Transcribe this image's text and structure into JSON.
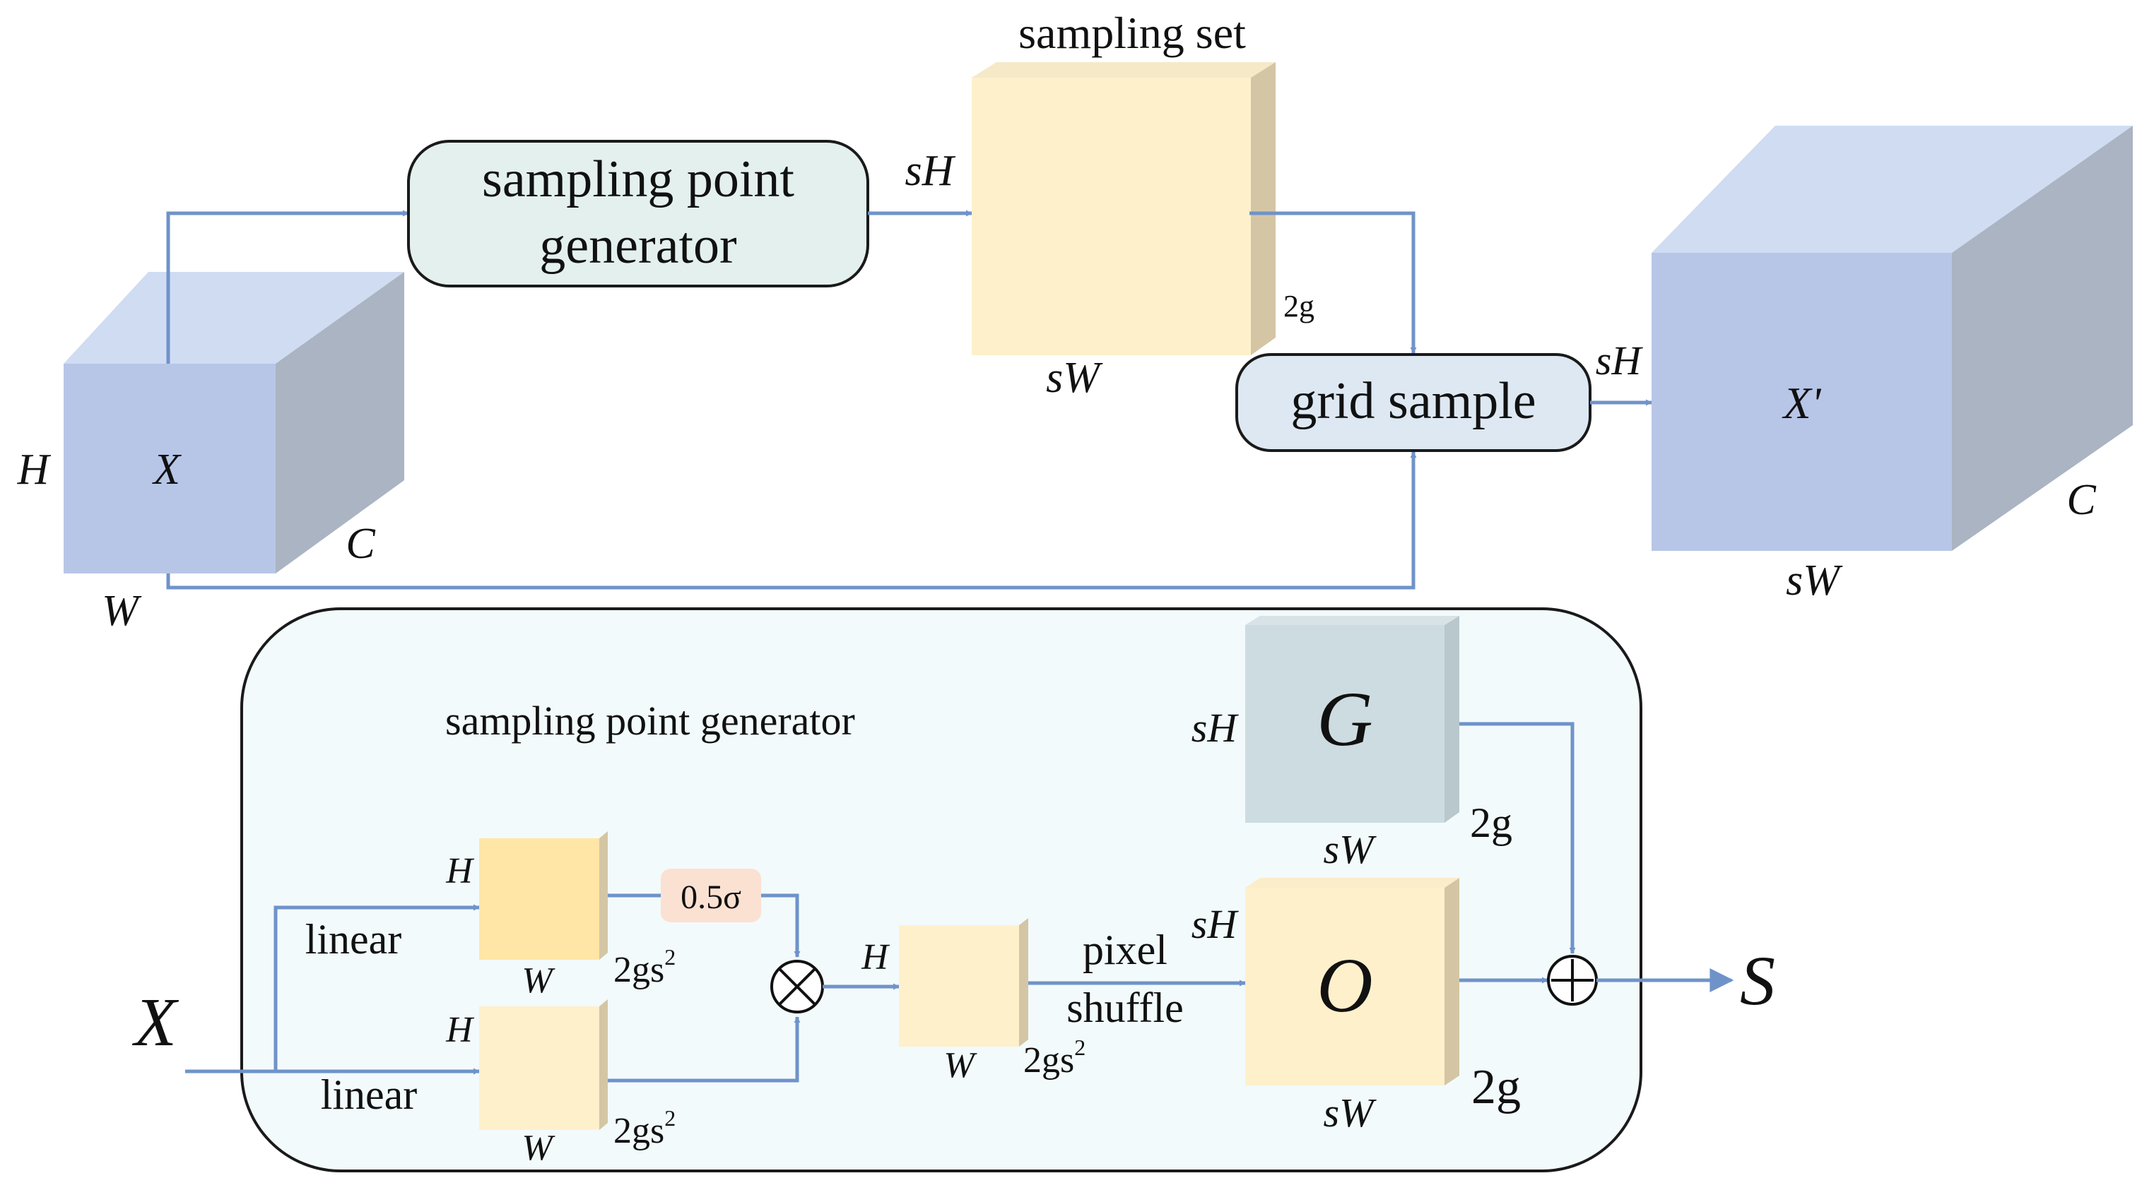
{
  "colors": {
    "arrow": "#6f93c9",
    "cube_blue_front": "#b7c6e7",
    "cube_blue_top": "#cfdcf2",
    "cube_blue_side": "#aab4c2",
    "yellow_front": "#fff0cc",
    "yellow_side": "#d4c6a4",
    "yellow_strong": "#ffe6a6",
    "gray_front": "#cddce0",
    "gray_side": "#b9c8cc",
    "generator_box": "#e3f0ee",
    "grid_box": "#dde8f3",
    "sigma_box": "#fbe1d2",
    "panel_bg": "#f2fafc"
  },
  "top": {
    "sampling_set": {
      "label": "sampling set",
      "h_label": "sH",
      "w_label": "sW",
      "c_label": "2g"
    },
    "input": {
      "label": "X",
      "h_label": "H",
      "w_label": "W",
      "c_label": "C"
    },
    "generator_box": {
      "line1": "sampling point",
      "line2": "generator"
    },
    "grid_sample": {
      "label": "grid sample",
      "h_label": "sH"
    },
    "output": {
      "label": "X'",
      "w_label": "sW",
      "c_label": "C"
    }
  },
  "bottom": {
    "title": "sampling point generator",
    "input_label": "X",
    "linear_top": "linear",
    "linear_bottom": "linear",
    "block_a": {
      "h_label": "H",
      "w_label": "W",
      "c_label": "2gs",
      "c_sup": "2"
    },
    "block_b": {
      "h_label": "H",
      "w_label": "W",
      "c_label": "2gs",
      "c_sup": "2"
    },
    "sigma_label": "0.5σ",
    "multiply_symbol": "⊗",
    "block_c": {
      "h_label": "H",
      "w_label": "W",
      "c_label": "2gs",
      "c_sup": "2"
    },
    "pixel_shuffle": {
      "line1": "pixel",
      "line2": "shuffle"
    },
    "G": {
      "label": "G",
      "h_label": "sH",
      "w_label": "sW",
      "c_label": "2g"
    },
    "O": {
      "label": "O",
      "h_label": "sH",
      "w_label": "sW",
      "c_label": "2g"
    },
    "add_symbol": "⊕",
    "output_label": "S"
  }
}
